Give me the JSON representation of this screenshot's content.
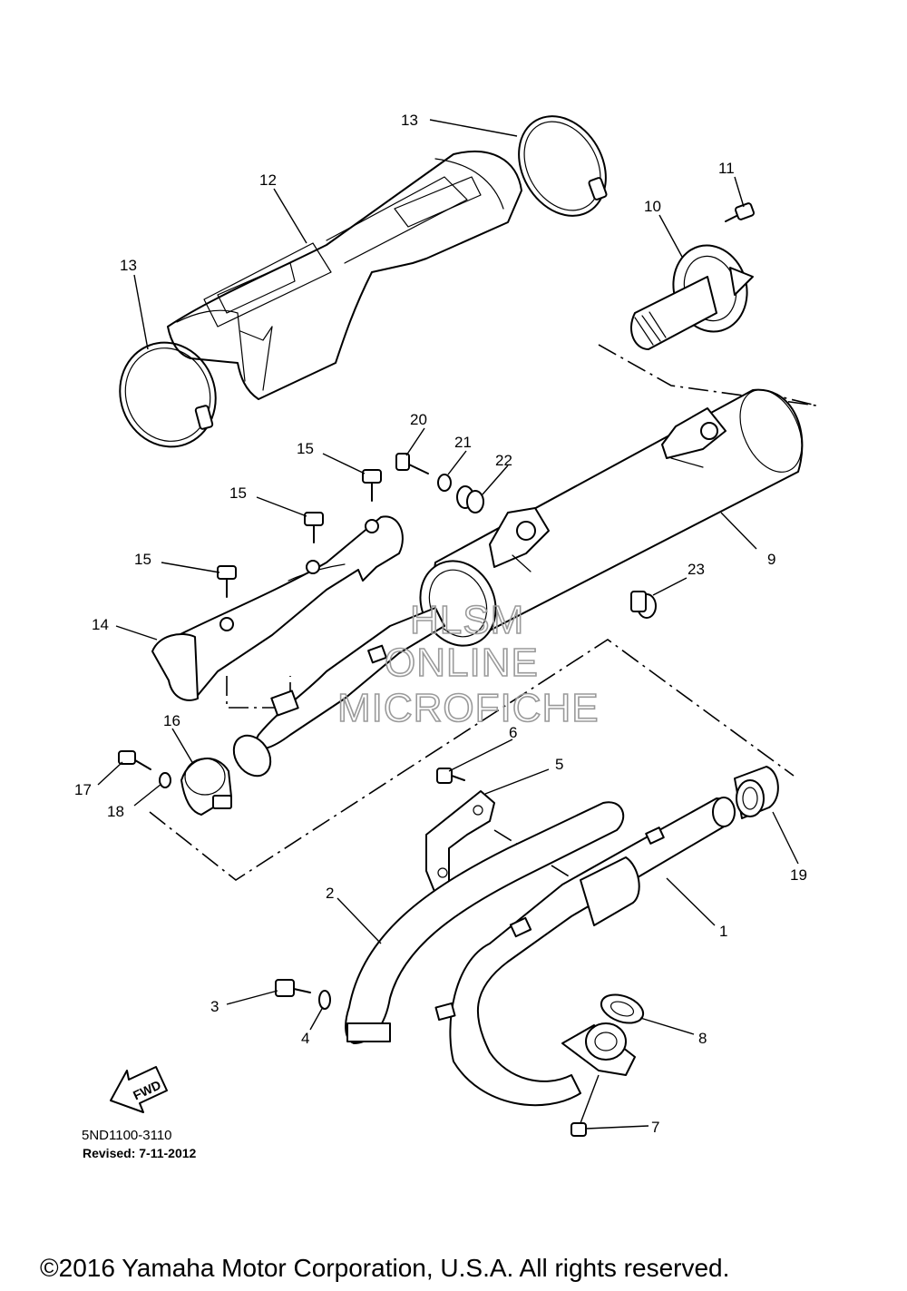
{
  "diagram": {
    "watermark": [
      "HLSM",
      "ONLINE",
      "MICROFICHE"
    ],
    "fwd_label": "FWD",
    "reference_code": "5ND1100-3110",
    "revised": "Revised: 7-11-2012",
    "copyright": "©2016 Yamaha Motor Corporation, U.S.A. All rights reserved."
  },
  "callouts": [
    {
      "id": "c1",
      "label": "1"
    },
    {
      "id": "c2",
      "label": "2"
    },
    {
      "id": "c3",
      "label": "3"
    },
    {
      "id": "c4",
      "label": "4"
    },
    {
      "id": "c5",
      "label": "5"
    },
    {
      "id": "c6",
      "label": "6"
    },
    {
      "id": "c7",
      "label": "7"
    },
    {
      "id": "c8",
      "label": "8"
    },
    {
      "id": "c9",
      "label": "9"
    },
    {
      "id": "c10",
      "label": "10"
    },
    {
      "id": "c11",
      "label": "11"
    },
    {
      "id": "c12",
      "label": "12"
    },
    {
      "id": "c13a",
      "label": "13"
    },
    {
      "id": "c13b",
      "label": "13"
    },
    {
      "id": "c14",
      "label": "14"
    },
    {
      "id": "c15a",
      "label": "15"
    },
    {
      "id": "c15b",
      "label": "15"
    },
    {
      "id": "c15c",
      "label": "15"
    },
    {
      "id": "c16",
      "label": "16"
    },
    {
      "id": "c17",
      "label": "17"
    },
    {
      "id": "c18",
      "label": "18"
    },
    {
      "id": "c19",
      "label": "19"
    },
    {
      "id": "c20",
      "label": "20"
    },
    {
      "id": "c21",
      "label": "21"
    },
    {
      "id": "c22",
      "label": "22"
    },
    {
      "id": "c23",
      "label": "23"
    }
  ]
}
